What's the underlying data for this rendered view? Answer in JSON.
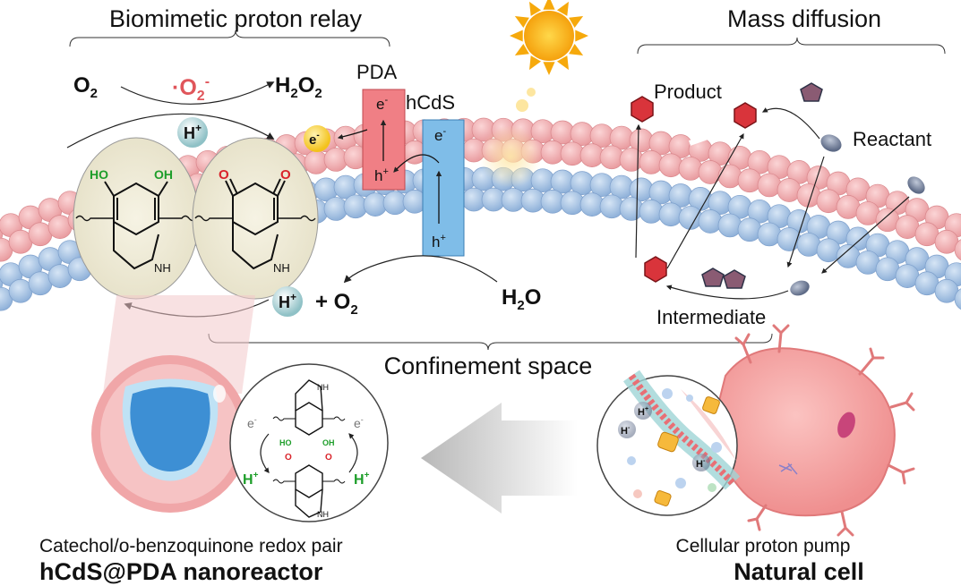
{
  "titles": {
    "relay": "Biomimetic proton relay",
    "diffusion": "Mass diffusion",
    "confinement": "Confinement space"
  },
  "relay": {
    "o2": "O",
    "o2_sub": "2",
    "radical_prefix": "·O",
    "radical_sub": "2",
    "radical_sup": "-",
    "h2o2_h": "H",
    "h2o2_sub1": "2",
    "h2o2_o": "O",
    "h2o2_sub2": "2",
    "hplus": "H",
    "hplus_sup": "+"
  },
  "semiconductors": {
    "pda_label": "PDA",
    "hcds_label": "hCdS",
    "electron": "e",
    "electron_sup": "-",
    "hole": "h",
    "hole_sup": "+"
  },
  "molecules": {
    "ho_left": "HO",
    "oh_right": "OH",
    "o_carbonyl": "O",
    "nh": "NH"
  },
  "water": {
    "hplus": "H",
    "hplus_sup": "+",
    "plus_o2": "+ O",
    "o2_sub": "2",
    "h2o_h": "H",
    "h2o_sub": "2",
    "h2o_o": "O"
  },
  "diffusion": {
    "product": "Product",
    "reactant": "Reactant",
    "intermediate": "Intermediate"
  },
  "inset_left": {
    "e_left": "e",
    "e_right": "e",
    "e_sup": "-",
    "h_left": "H",
    "h_right": "H",
    "h_sup": "+"
  },
  "inset_right": {
    "h_ion": "H",
    "h_sup": "+",
    "h_minus_sup": "-"
  },
  "captions": {
    "left_desc": "Catechol/o-benzoquinone redox pair",
    "left_name": "hCdS@PDA nanoreactor",
    "right_desc": "Cellular proton pump",
    "right_name": "Natural cell"
  },
  "colors": {
    "membrane_pink": "#f2b5b8",
    "membrane_blue": "#a9c4e4",
    "pda_box": "#f07f85",
    "hcds_box": "#7fbde8",
    "radical": "#e0565b",
    "green_text": "#1e9e2a",
    "red_text": "#d9232a",
    "sun": "#fbb817",
    "cell_pink": "#f4a3a4",
    "product": "#d9343b",
    "reactant": "#5f6f8f"
  }
}
